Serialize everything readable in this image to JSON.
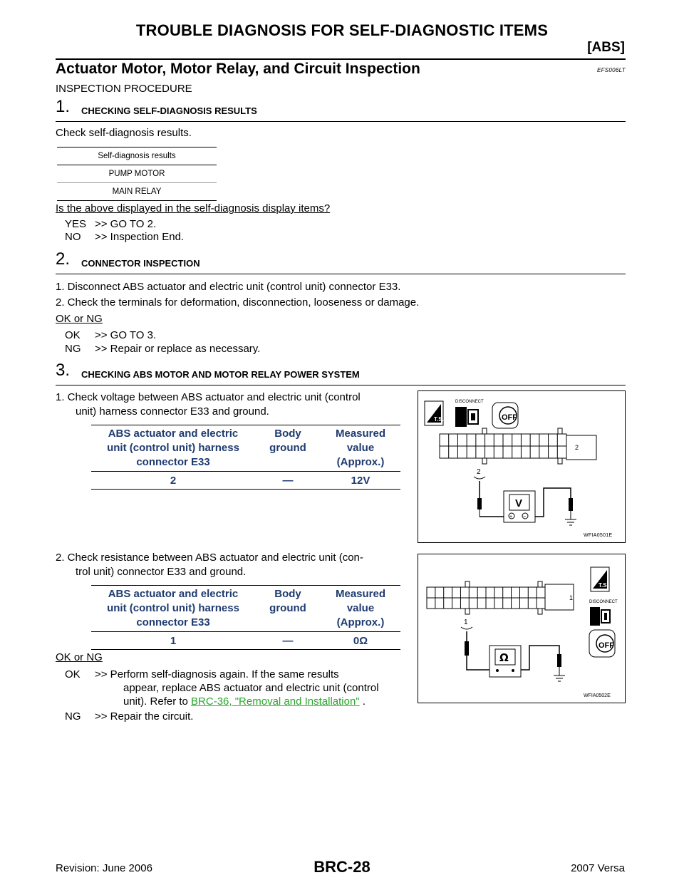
{
  "header": {
    "title": "TROUBLE DIAGNOSIS FOR SELF-DIAGNOSTIC ITEMS",
    "subtitle": "[ABS]"
  },
  "section": {
    "title": "Actuator Motor, Motor Relay, and Circuit Inspection",
    "code": "EFS006LT"
  },
  "intro": "INSPECTION PROCEDURE",
  "step1": {
    "num": "1.",
    "title": "CHECKING SELF-DIAGNOSIS RESULTS",
    "text": "Check self-diagnosis results.",
    "table": {
      "header": "Self-diagnosis results",
      "rows": [
        "PUMP MOTOR",
        "MAIN RELAY"
      ]
    },
    "question": "Is the above displayed in the self-diagnosis display items?",
    "yes_key": "YES",
    "yes": ">> GO TO 2.",
    "no_key": "NO",
    "no": ">> Inspection End."
  },
  "step2": {
    "num": "2.",
    "title": "CONNECTOR INSPECTION",
    "item1": "1.   Disconnect ABS actuator and electric unit (control unit) connector E33.",
    "item2": "2.   Check the terminals for deformation, disconnection, looseness or damage.",
    "question": "OK or NG",
    "ok_key": "OK",
    "ok": ">> GO TO 3.",
    "ng_key": "NG",
    "ng": ">> Repair or replace as necessary."
  },
  "step3": {
    "num": "3.",
    "title": "CHECKING ABS MOTOR AND MOTOR RELAY POWER SYSTEM",
    "item1_line1": "1.   Check voltage between ABS actuator and electric unit (control",
    "item1_line2": "unit) harness connector E33 and ground.",
    "table1": {
      "col1_l1": "ABS actuator and electric",
      "col1_l2": "unit (control unit) harness",
      "col1_l3": "connector E33",
      "col2_l1": "Body",
      "col2_l2": "ground",
      "col3_l1": "Measured",
      "col3_l2": "value",
      "col3_l3": "(Approx.)",
      "row": [
        "2",
        "—",
        "12V"
      ]
    },
    "figure1": {
      "code": "WFIA0501E",
      "terminal": "2",
      "meter": "V",
      "disconnect": "DISCONNECT",
      "ts": "T.S.",
      "off": "OFF",
      "plus": "+",
      "minus": "−"
    },
    "item2_line1": "2.   Check resistance between ABS actuator and electric unit (con-",
    "item2_line2": "trol unit) connector E33 and ground.",
    "table2": {
      "col1_l1": "ABS actuator and electric",
      "col1_l2": "unit (control unit) harness",
      "col1_l3": "connector E33",
      "col2_l1": "Body",
      "col2_l2": "ground",
      "col3_l1": "Measured",
      "col3_l2": "value",
      "col3_l3": "(Approx.)",
      "row": [
        "1",
        "—",
        "0Ω"
      ]
    },
    "figure2": {
      "code": "WFIA0502E",
      "terminal": "1",
      "meter": "Ω",
      "disconnect": "DISCONNECT",
      "ts": "T.S.",
      "off": "OFF"
    },
    "question": "OK or NG",
    "ok_key": "OK",
    "ok_l1": ">> Perform   self-diagnosis   again.  If  the  same  results",
    "ok_l2": "appear, replace ABS actuator and electric unit (control",
    "ok_l3_pre": "unit). Refer to ",
    "ok_link": "BRC-36, \"Removal and Installation\"",
    "ok_l3_post": " .",
    "ng_key": "NG",
    "ng": ">> Repair the circuit."
  },
  "footer": {
    "revision": "Revision: June 2006",
    "page": "BRC-28",
    "model": "2007 Versa"
  }
}
